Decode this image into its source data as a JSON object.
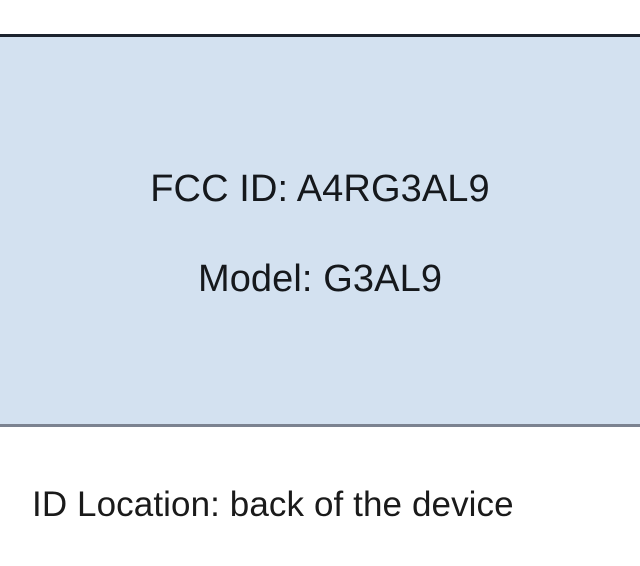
{
  "document": {
    "type": "fcc-label-exhibit",
    "background_color": "#ffffff"
  },
  "label": {
    "fill_color": "#d3e1f0",
    "border_top_color": "#1c232e",
    "border_bottom_color": "#7b8290",
    "lines": [
      {
        "id": "fcc-id",
        "text": "FCC ID: A4RG3AL9"
      },
      {
        "id": "model",
        "text": "Model: G3AL9"
      }
    ],
    "fcc_id_line": "FCC ID: A4RG3AL9",
    "model_line": "Model: G3AL9",
    "fcc_id_value": "A4RG3AL9",
    "model_value": "G3AL9"
  },
  "caption": {
    "text": "ID Location: back of the device",
    "location_value": "back of the device",
    "text_color": "#1a1a1a"
  }
}
